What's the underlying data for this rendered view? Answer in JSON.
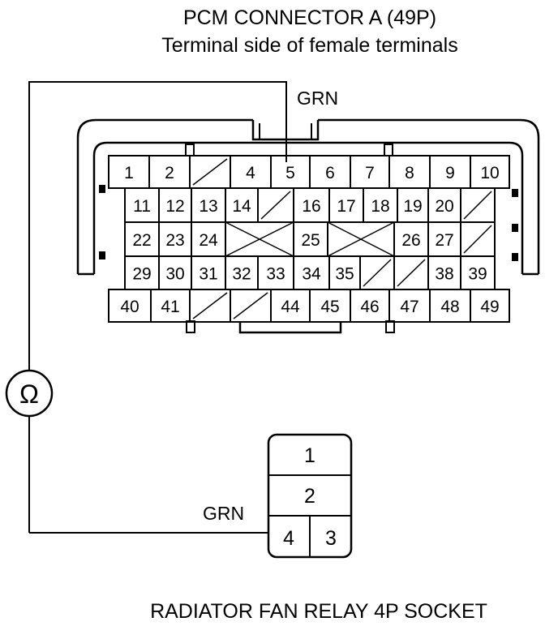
{
  "pcm": {
    "title": "PCM CONNECTOR A (49P)",
    "subtitle": "Terminal side of female terminals",
    "wire_label": "GRN",
    "rows": [
      [
        "1",
        "2",
        "",
        "4",
        "5",
        "6",
        "7",
        "8",
        "9",
        "10"
      ],
      [
        "11",
        "12",
        "13",
        "14",
        "",
        "16",
        "17",
        "18",
        "19",
        "20",
        ""
      ],
      [
        "22",
        "23",
        "24",
        "",
        "25",
        "",
        "26",
        "27",
        ""
      ],
      [
        "29",
        "30",
        "31",
        "32",
        "33",
        "34",
        "35",
        "",
        "",
        "38",
        "39"
      ],
      [
        "40",
        "41",
        "",
        "",
        "44",
        "45",
        "46",
        "47",
        "48",
        "49"
      ]
    ]
  },
  "meter": {
    "symbol": "Ω"
  },
  "relay": {
    "title": "RADIATOR FAN RELAY 4P SOCKET",
    "wire_label": "GRN",
    "pins": [
      "1",
      "2",
      "4",
      "3"
    ]
  }
}
